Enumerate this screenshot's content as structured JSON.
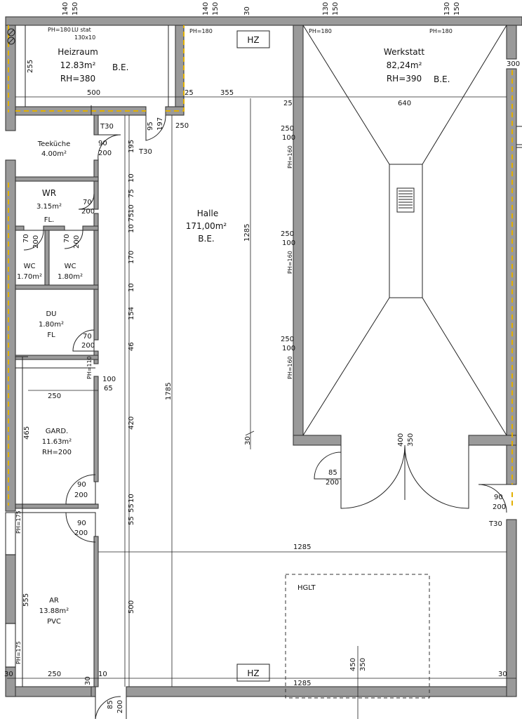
{
  "rooms": {
    "heizraum": {
      "name": "Heizraum",
      "area": "12.83m²",
      "extra": "RH=380",
      "floor": "B.E.",
      "note1": "LU stat",
      "note2": "130x10"
    },
    "werkstatt": {
      "name": "Werkstatt",
      "area": "82,24m²",
      "extra": "RH=390",
      "floor": "B.E."
    },
    "teekueche": {
      "name": "Teeküche",
      "area": "4.00m²"
    },
    "wr": {
      "name": "WR",
      "area": "3.15m²",
      "floor": "FL."
    },
    "wc1": {
      "name": "WC",
      "area": "1.70m²"
    },
    "wc2": {
      "name": "WC",
      "area": "1.80m²"
    },
    "du": {
      "name": "DU",
      "area": "1.80m²",
      "floor": "FL"
    },
    "halle": {
      "name": "Halle",
      "area": "171,00m²",
      "floor": "B.E."
    },
    "gard": {
      "name": "GARD.",
      "area": "11.63m²",
      "extra": "RH=200"
    },
    "ar": {
      "name": "AR",
      "area": "13.88m²",
      "floor": "PVC"
    }
  },
  "labels": {
    "hz": "HZ",
    "hglt": "HGLT",
    "t30": "T30",
    "ph180": "PH=180",
    "ph160": "PH=160",
    "ph110": "PH=110",
    "ph175": "PH=175"
  },
  "dims": {
    "d140": "140",
    "d150": "150",
    "d30": "30",
    "d130": "130",
    "d255": "255",
    "d500": "500",
    "d25": "25",
    "d355": "355",
    "d640": "640",
    "d95": "95",
    "d197": "197",
    "d90": "90",
    "d200": "200",
    "d195": "195",
    "d10": "10",
    "d75": "75",
    "d70": "70",
    "d170": "170",
    "d154": "154",
    "d46": "46",
    "d100": "100",
    "d65": "65",
    "d250": "250",
    "d465": "465",
    "d420": "420",
    "d1285": "1285",
    "d1785": "1785",
    "d55": "55",
    "d400": "400",
    "d350": "350",
    "d85": "85",
    "d555": "555",
    "d450": "450",
    "d300": "300"
  }
}
